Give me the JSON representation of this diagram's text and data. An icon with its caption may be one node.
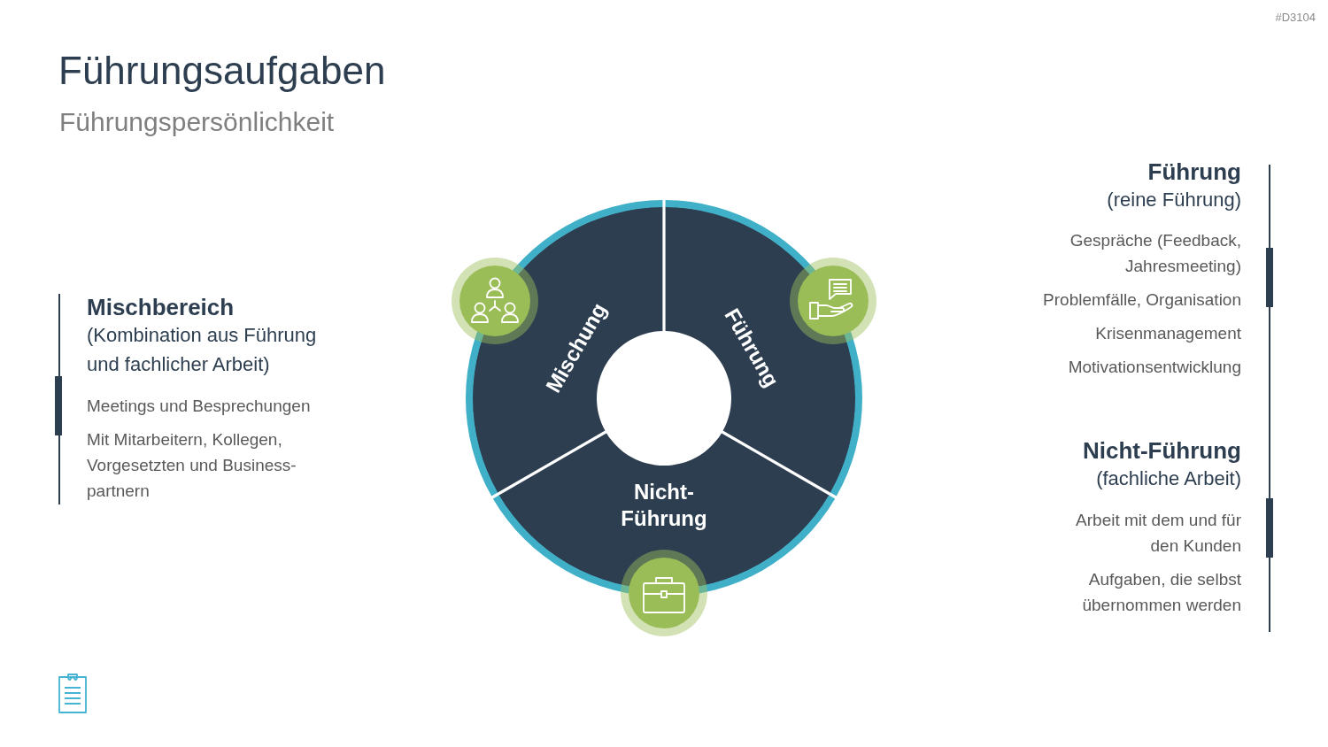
{
  "diagram": {
    "title": "Führungsaufgaben",
    "nodes": [
      {
        "text": [
          "Mischung"
        ]
      },
      {
        "text": [
          "Führung"
        ]
      },
      {
        "text": [
          "Nicht-Führung"
        ]
      }
    ],
    "labels": [
      "#D3104",
      "Führungspersönlichkeit",
      "Mischbereich",
      "(Kombination aus Führung und fachlicher Arbeit)",
      "Meetings und Besprechungen",
      "Mit Mitarbeitern, Kollegen, Vorgesetzten und Business-partnern",
      "Führung",
      "(reine Führung)",
      "Gespräche (Feedback, Jahresmeeting)",
      "Problemfälle, Organisation",
      "Krisenmanagement",
      "Motivationsentwicklung",
      "Nicht-Führung",
      "(fachliche Arbeit)",
      "Arbeit mit dem und für den Kunden",
      "Aufgaben, die selbst übernommen werden"
    ]
  }
}
